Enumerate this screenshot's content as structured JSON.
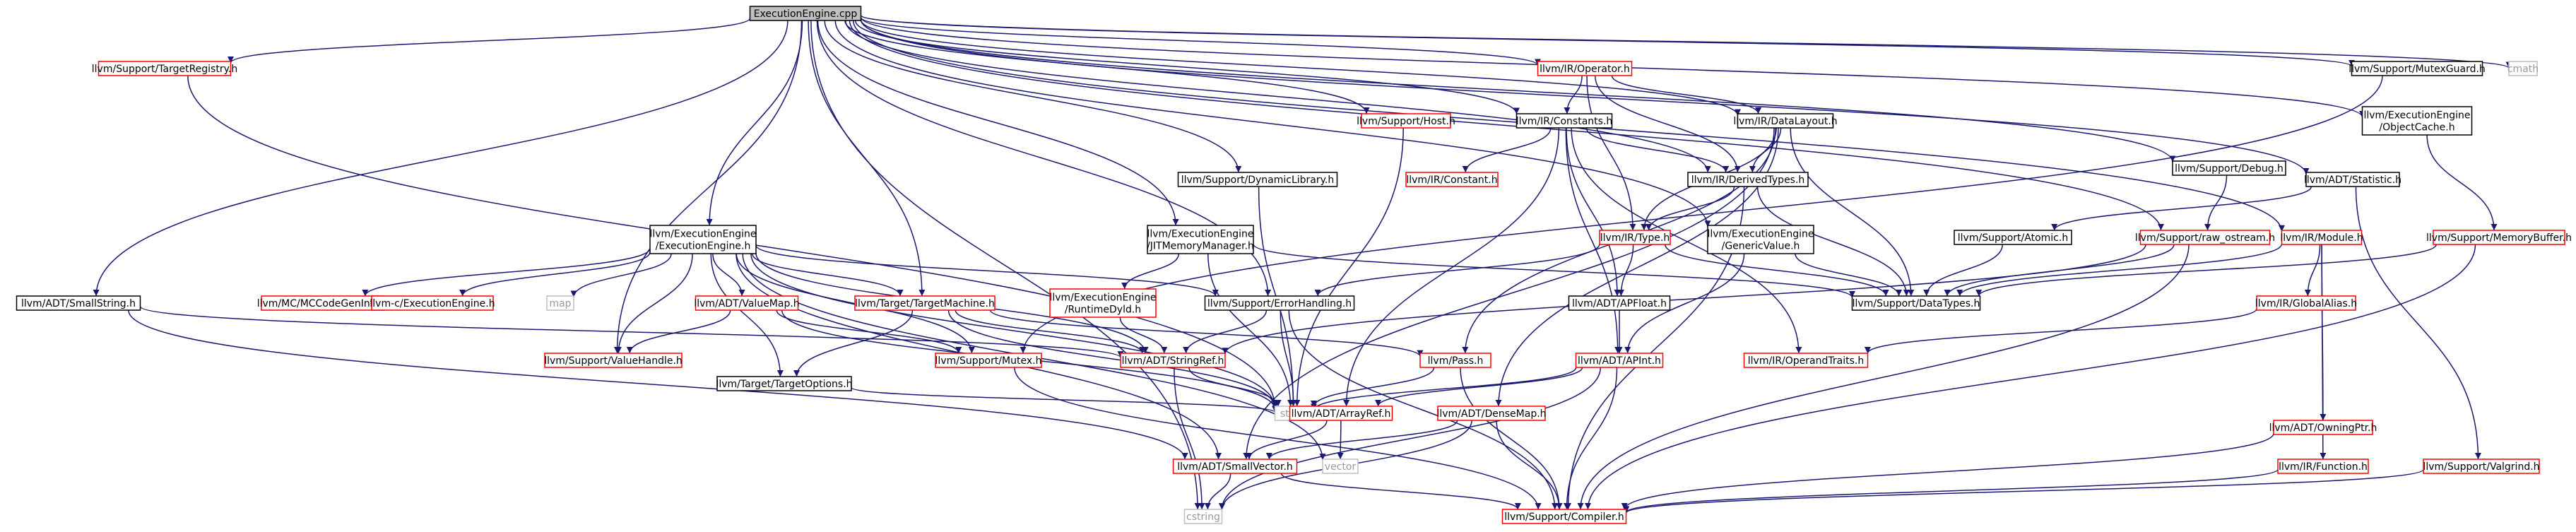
{
  "colors": {
    "edge": "#191970",
    "black_border": "#000000",
    "red_border": "#ff0000",
    "grey_border": "#bfbfbf",
    "root_fill": "#bfbfbf",
    "grey_text": "#999999",
    "text": "#000000",
    "background": "#ffffff"
  },
  "nodes": [
    {
      "id": "root",
      "label": "ExecutionEngine.cpp",
      "style": "root"
    },
    {
      "id": "TargetRegistry",
      "label": "llvm/Support/TargetRegistry.h",
      "style": "red"
    },
    {
      "id": "Operator",
      "label": "llvm/IR/Operator.h",
      "style": "red"
    },
    {
      "id": "Host",
      "label": "llvm/Support/Host.h",
      "style": "red"
    },
    {
      "id": "MutexGuard",
      "label": "llvm/Support/MutexGuard.h",
      "style": "black"
    },
    {
      "id": "cmath",
      "label": "cmath",
      "style": "grey"
    },
    {
      "id": "Constants",
      "label": "llvm/IR/Constants.h",
      "style": "black"
    },
    {
      "id": "DataLayout",
      "label": "llvm/IR/DataLayout.h",
      "style": "black"
    },
    {
      "id": "Debug",
      "label": "llvm/Support/Debug.h",
      "style": "black"
    },
    {
      "id": "ObjectCache",
      "label": [
        "llvm/ExecutionEngine",
        "/ObjectCache.h"
      ],
      "style": "black"
    },
    {
      "id": "DynamicLibrary",
      "label": "llvm/Support/DynamicLibrary.h",
      "style": "black"
    },
    {
      "id": "Constant",
      "label": "llvm/IR/Constant.h",
      "style": "red"
    },
    {
      "id": "DerivedTypes",
      "label": "llvm/IR/DerivedTypes.h",
      "style": "black"
    },
    {
      "id": "Statistic",
      "label": "llvm/ADT/Statistic.h",
      "style": "black"
    },
    {
      "id": "EngineH",
      "label": [
        "llvm/ExecutionEngine",
        "/ExecutionEngine.h"
      ],
      "style": "black"
    },
    {
      "id": "JITMemoryManager",
      "label": [
        "llvm/ExecutionEngine",
        "/JITMemoryManager.h"
      ],
      "style": "black"
    },
    {
      "id": "IRType",
      "label": "llvm/IR/Type.h",
      "style": "red"
    },
    {
      "id": "GenericValue",
      "label": [
        "llvm/ExecutionEngine",
        "/GenericValue.h"
      ],
      "style": "black"
    },
    {
      "id": "Atomic",
      "label": "llvm/Support/Atomic.h",
      "style": "black"
    },
    {
      "id": "raw_ostream",
      "label": "llvm/Support/raw_ostream.h",
      "style": "red"
    },
    {
      "id": "Module",
      "label": "llvm/IR/Module.h",
      "style": "red"
    },
    {
      "id": "MemoryBuffer",
      "label": "llvm/Support/MemoryBuffer.h",
      "style": "red"
    },
    {
      "id": "SmallString",
      "label": "llvm/ADT/SmallString.h",
      "style": "black"
    },
    {
      "id": "MCCodeGenInfo",
      "label": "llvm/MC/MCCodeGenInfo.h",
      "style": "red"
    },
    {
      "id": "cEngine",
      "label": "llvm-c/ExecutionEngine.h",
      "style": "red"
    },
    {
      "id": "map",
      "label": "map",
      "style": "grey"
    },
    {
      "id": "ValueMap",
      "label": "llvm/ADT/ValueMap.h",
      "style": "red"
    },
    {
      "id": "TargetMachine",
      "label": "llvm/Target/TargetMachine.h",
      "style": "red"
    },
    {
      "id": "RuntimeDyld",
      "label": [
        "llvm/ExecutionEngine",
        "/RuntimeDyld.h"
      ],
      "style": "red"
    },
    {
      "id": "ErrorHandling",
      "label": "llvm/Support/ErrorHandling.h",
      "style": "black"
    },
    {
      "id": "APFloat",
      "label": "llvm/ADT/APFloat.h",
      "style": "black"
    },
    {
      "id": "DataTypes",
      "label": "llvm/Support/DataTypes.h",
      "style": "black"
    },
    {
      "id": "GlobalAlias",
      "label": "llvm/IR/GlobalAlias.h",
      "style": "red"
    },
    {
      "id": "ValueHandle",
      "label": "llvm/Support/ValueHandle.h",
      "style": "red"
    },
    {
      "id": "Mutex",
      "label": "llvm/Support/Mutex.h",
      "style": "red"
    },
    {
      "id": "StringRef",
      "label": "llvm/ADT/StringRef.h",
      "style": "red"
    },
    {
      "id": "TargetOptions",
      "label": "llvm/Target/TargetOptions.h",
      "style": "black"
    },
    {
      "id": "Pass",
      "label": "llvm/Pass.h",
      "style": "red"
    },
    {
      "id": "APInt",
      "label": "llvm/ADT/APInt.h",
      "style": "red"
    },
    {
      "id": "OperandTraits",
      "label": "llvm/IR/OperandTraits.h",
      "style": "red"
    },
    {
      "id": "string",
      "label": "string",
      "style": "grey"
    },
    {
      "id": "ArrayRef",
      "label": "llvm/ADT/ArrayRef.h",
      "style": "red"
    },
    {
      "id": "DenseMap",
      "label": "llvm/ADT/DenseMap.h",
      "style": "red"
    },
    {
      "id": "OwningPtr",
      "label": "llvm/ADT/OwningPtr.h",
      "style": "red"
    },
    {
      "id": "SmallVector",
      "label": "llvm/ADT/SmallVector.h",
      "style": "red"
    },
    {
      "id": "vector",
      "label": "vector",
      "style": "grey"
    },
    {
      "id": "Function",
      "label": "llvm/IR/Function.h",
      "style": "red"
    },
    {
      "id": "Valgrind",
      "label": "llvm/Support/Valgrind.h",
      "style": "red"
    },
    {
      "id": "cstring",
      "label": "cstring",
      "style": "grey"
    },
    {
      "id": "Compiler",
      "label": "llvm/Support/Compiler.h",
      "style": "red"
    }
  ],
  "edges": [
    [
      "root",
      "TargetRegistry"
    ],
    [
      "root",
      "Operator"
    ],
    [
      "root",
      "Host"
    ],
    [
      "root",
      "MutexGuard"
    ],
    [
      "root",
      "cmath"
    ],
    [
      "root",
      "Constants"
    ],
    [
      "root",
      "DataLayout"
    ],
    [
      "root",
      "Debug"
    ],
    [
      "root",
      "ObjectCache"
    ],
    [
      "root",
      "DynamicLibrary"
    ],
    [
      "root",
      "DerivedTypes"
    ],
    [
      "root",
      "Statistic"
    ],
    [
      "root",
      "EngineH"
    ],
    [
      "root",
      "JITMemoryManager"
    ],
    [
      "root",
      "GenericValue"
    ],
    [
      "root",
      "raw_ostream"
    ],
    [
      "root",
      "Module"
    ],
    [
      "root",
      "SmallString"
    ],
    [
      "root",
      "TargetMachine"
    ],
    [
      "root",
      "ErrorHandling"
    ],
    [
      "root",
      "ValueHandle"
    ],
    [
      "root",
      "cstring"
    ],
    [
      "TargetRegistry",
      "string"
    ],
    [
      "Operator",
      "Constants"
    ],
    [
      "Operator",
      "DataLayout"
    ],
    [
      "Operator",
      "DerivedTypes"
    ],
    [
      "Operator",
      "IRType"
    ],
    [
      "Host",
      "string"
    ],
    [
      "MutexGuard",
      "Mutex"
    ],
    [
      "Constants",
      "Constant"
    ],
    [
      "Constants",
      "DerivedTypes"
    ],
    [
      "Constants",
      "APFloat"
    ],
    [
      "Constants",
      "APInt"
    ],
    [
      "Constants",
      "OperandTraits"
    ],
    [
      "Constants",
      "ArrayRef"
    ],
    [
      "DataLayout",
      "DerivedTypes"
    ],
    [
      "DataLayout",
      "IRType"
    ],
    [
      "DataLayout",
      "DataTypes"
    ],
    [
      "DataLayout",
      "Pass"
    ],
    [
      "DataLayout",
      "DenseMap"
    ],
    [
      "DataLayout",
      "SmallVector"
    ],
    [
      "Debug",
      "raw_ostream"
    ],
    [
      "ObjectCache",
      "MemoryBuffer"
    ],
    [
      "DynamicLibrary",
      "string"
    ],
    [
      "DerivedTypes",
      "IRType"
    ],
    [
      "DerivedTypes",
      "DataTypes"
    ],
    [
      "DerivedTypes",
      "Compiler"
    ],
    [
      "Statistic",
      "Atomic"
    ],
    [
      "Statistic",
      "Valgrind"
    ],
    [
      "EngineH",
      "MCCodeGenInfo"
    ],
    [
      "EngineH",
      "cEngine"
    ],
    [
      "EngineH",
      "map"
    ],
    [
      "EngineH",
      "ValueMap"
    ],
    [
      "EngineH",
      "TargetMachine"
    ],
    [
      "EngineH",
      "ErrorHandling"
    ],
    [
      "EngineH",
      "ValueHandle"
    ],
    [
      "EngineH",
      "Mutex"
    ],
    [
      "EngineH",
      "StringRef"
    ],
    [
      "EngineH",
      "TargetOptions"
    ],
    [
      "EngineH",
      "string"
    ],
    [
      "EngineH",
      "SmallVector"
    ],
    [
      "EngineH",
      "vector"
    ],
    [
      "JITMemoryManager",
      "RuntimeDyld"
    ],
    [
      "JITMemoryManager",
      "DataTypes"
    ],
    [
      "JITMemoryManager",
      "string"
    ],
    [
      "IRType",
      "APFloat"
    ],
    [
      "IRType",
      "ErrorHandling"
    ],
    [
      "IRType",
      "DataTypes"
    ],
    [
      "GenericValue",
      "APInt"
    ],
    [
      "GenericValue",
      "DataTypes"
    ],
    [
      "Atomic",
      "DataTypes"
    ],
    [
      "raw_ostream",
      "DataTypes"
    ],
    [
      "raw_ostream",
      "StringRef"
    ],
    [
      "raw_ostream",
      "Compiler"
    ],
    [
      "Module",
      "GlobalAlias"
    ],
    [
      "Module",
      "DataTypes"
    ],
    [
      "Module",
      "OwningPtr"
    ],
    [
      "Module",
      "Function"
    ],
    [
      "MemoryBuffer",
      "DataTypes"
    ],
    [
      "MemoryBuffer",
      "Compiler"
    ],
    [
      "SmallString",
      "StringRef"
    ],
    [
      "SmallString",
      "SmallVector"
    ],
    [
      "ValueMap",
      "ValueHandle"
    ],
    [
      "ValueMap",
      "Mutex"
    ],
    [
      "ValueMap",
      "string"
    ],
    [
      "TargetMachine",
      "TargetOptions"
    ],
    [
      "TargetMachine",
      "StringRef"
    ],
    [
      "TargetMachine",
      "Pass"
    ],
    [
      "TargetMachine",
      "string"
    ],
    [
      "RuntimeDyld",
      "StringRef"
    ],
    [
      "ErrorHandling",
      "StringRef"
    ],
    [
      "ErrorHandling",
      "Compiler"
    ],
    [
      "ErrorHandling",
      "string"
    ],
    [
      "APFloat",
      "APInt"
    ],
    [
      "GlobalAlias",
      "OperandTraits"
    ],
    [
      "Mutex",
      "Compiler"
    ],
    [
      "StringRef",
      "string"
    ],
    [
      "StringRef",
      "cstring"
    ],
    [
      "TargetOptions",
      "string"
    ],
    [
      "Pass",
      "string"
    ],
    [
      "Pass",
      "Compiler"
    ],
    [
      "APInt",
      "ArrayRef"
    ],
    [
      "APInt",
      "Compiler"
    ],
    [
      "APInt",
      "cstring"
    ],
    [
      "APInt",
      "string"
    ],
    [
      "ArrayRef",
      "SmallVector"
    ],
    [
      "ArrayRef",
      "vector"
    ],
    [
      "DenseMap",
      "Compiler"
    ],
    [
      "DenseMap",
      "cstring"
    ],
    [
      "DenseMap",
      "SmallVector"
    ],
    [
      "OwningPtr",
      "Compiler"
    ],
    [
      "SmallVector",
      "Compiler"
    ],
    [
      "SmallVector",
      "cstring"
    ],
    [
      "Function",
      "Compiler"
    ],
    [
      "Valgrind",
      "Compiler"
    ]
  ]
}
